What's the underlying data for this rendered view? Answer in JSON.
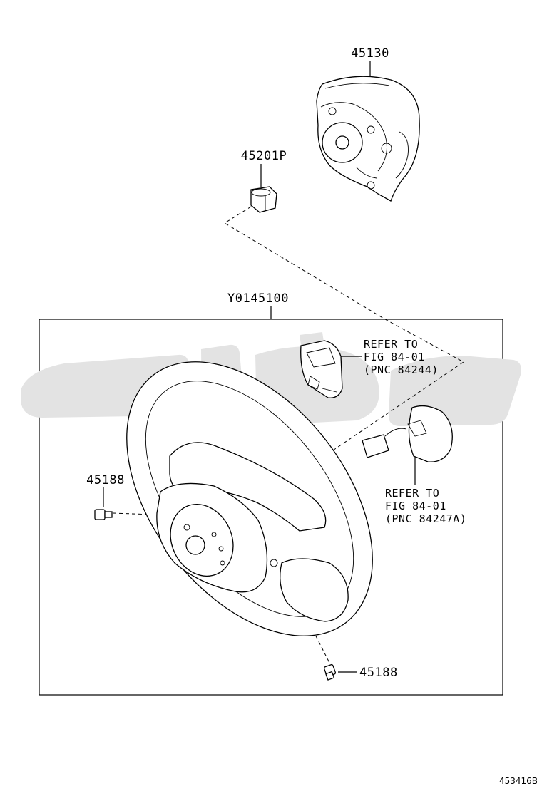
{
  "diagram": {
    "labels": {
      "airbag": "45130",
      "nut": "45201P",
      "wheel_assembly": "Y0145100",
      "screw_left": "45188",
      "screw_bottom": "45188"
    },
    "references": {
      "upper": {
        "line1": "REFER TO",
        "line2": "FIG 84-01",
        "line3": "(PNC 84244)"
      },
      "lower": {
        "line1": "REFER TO",
        "line2": "FIG 84-01",
        "line3": "(PNC 84247A)"
      }
    },
    "figure_code": "453416B"
  },
  "colors": {
    "line": "#000000",
    "watermark": "#e3e3e3",
    "background": "#ffffff"
  }
}
